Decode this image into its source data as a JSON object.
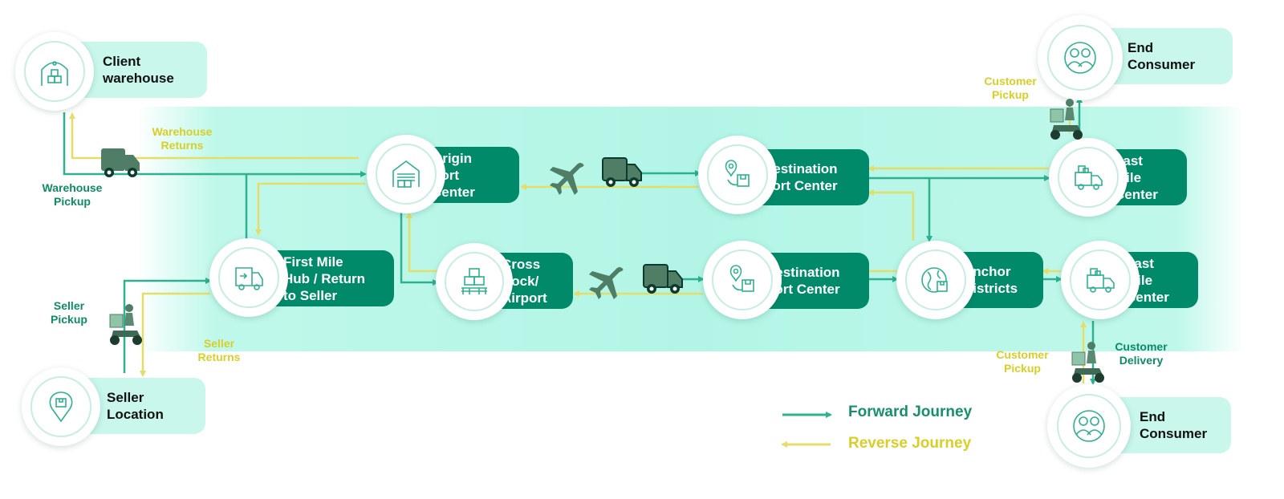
{
  "nodes": {
    "client_warehouse": "Client\nwarehouse",
    "origin_sort_center": "Origin\nSort\nCenter",
    "destination_sort_center_top": "Destination\nSort Center",
    "last_mile_center_top": "Last\nMile\nCenter",
    "end_consumer_top": "End\nConsumer",
    "first_mile_hub": "First Mile\nHub / Return\nto Seller",
    "cross_dock": "Cross\nDock/\nAirport",
    "destination_sort_center_bottom": "Destination\nSort Center",
    "anchor_districts": "Anchor\nDistricts",
    "last_mile_center_bottom": "Last\nMile\nCenter",
    "seller_location": "Seller\nLocation",
    "end_consumer_bottom": "End\nConsumer"
  },
  "labels": {
    "warehouse_returns": "Warehouse\nReturns",
    "warehouse_pickup": "Warehouse\nPickup",
    "seller_pickup": "Seller\nPickup",
    "seller_returns": "Seller\nReturns",
    "customer_pickup_top": "Customer\nPickup",
    "customer_pickup_bottom": "Customer\nPickup",
    "customer_delivery": "Customer\nDelivery"
  },
  "legend": {
    "forward": "Forward Journey",
    "reverse": "Reverse Journey"
  },
  "colors": {
    "forward": "#2fb091",
    "reverse": "#e4dd6a",
    "node_dark": "#008a69",
    "node_light": "#c9f7ec",
    "band": "#b2f5e6",
    "vehicle": "#4f7d66"
  },
  "icons": [
    "warehouse-icon",
    "sort-center-icon",
    "location-box-icon",
    "delivery-truck-icon",
    "customers-icon",
    "van-icon",
    "boxes-icon",
    "pin-icon",
    "globe-box-icon",
    "airplane-icon",
    "truck-icon",
    "courier-scooter-icon"
  ]
}
